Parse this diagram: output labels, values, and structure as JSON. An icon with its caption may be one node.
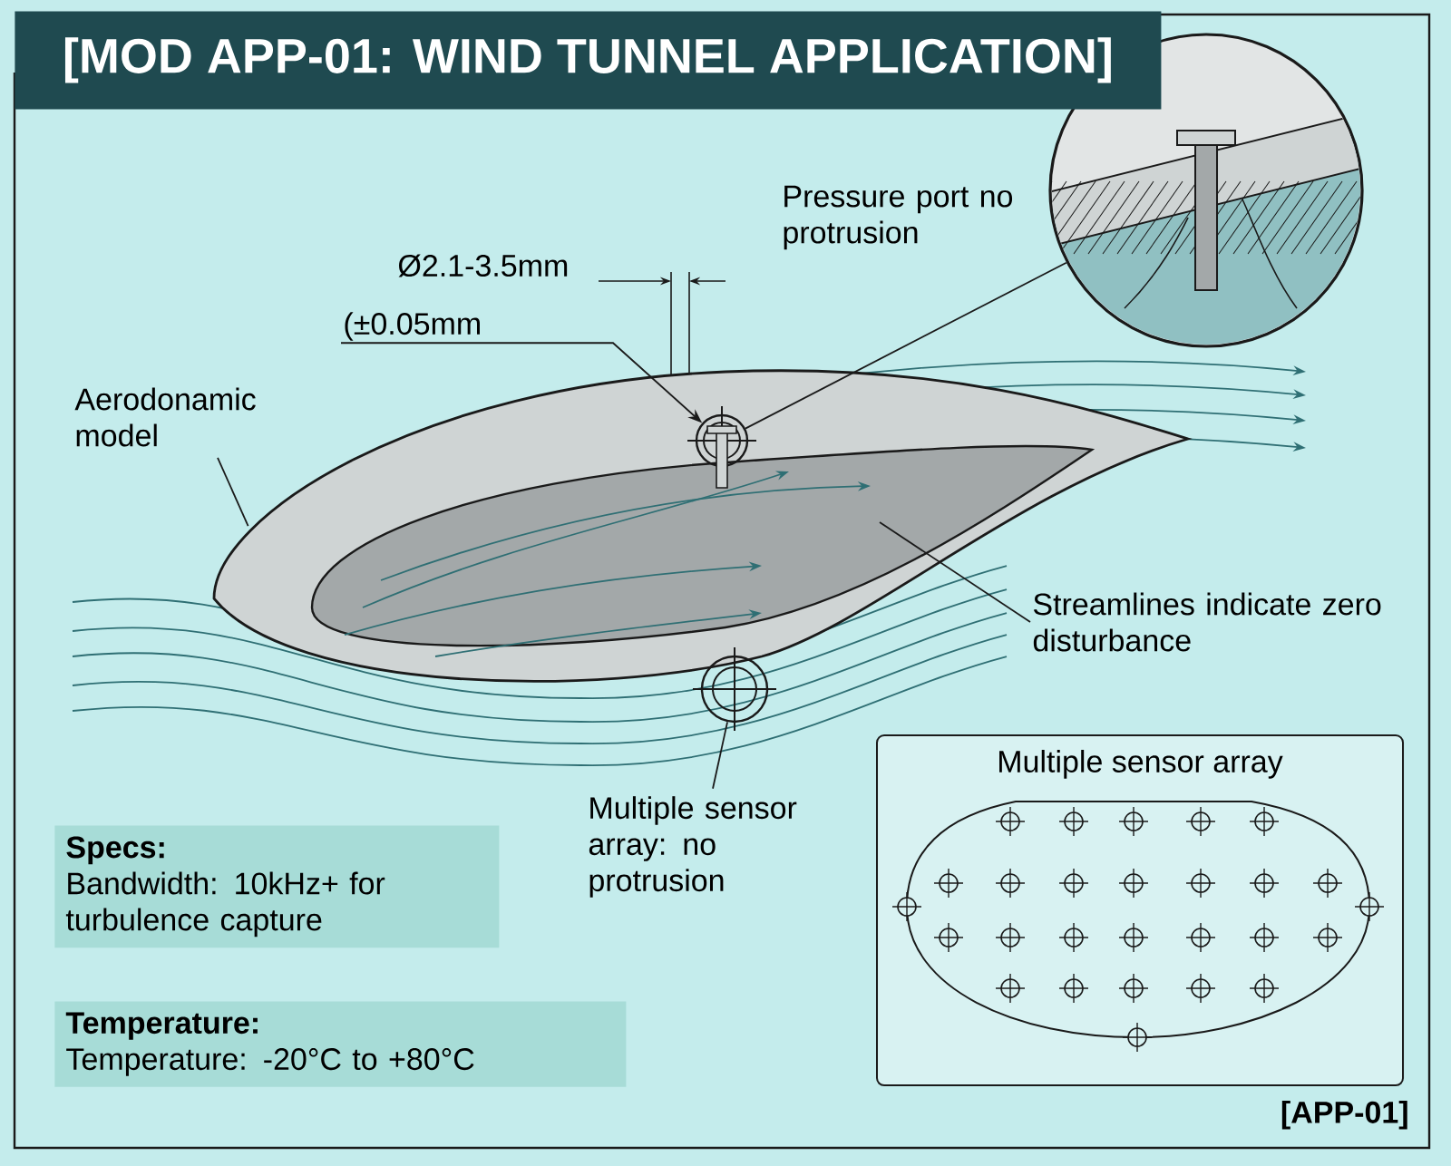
{
  "diagram": {
    "title": "[MOD APP-01: WIND TUNNEL APPLICATION]",
    "nodes": [
      {
        "text": [
          "Aerodonamic model"
        ]
      },
      {
        "text": [],
        "shape": "picture"
      },
      {
        "text": [
          "(±0.05mm"
        ]
      },
      {
        "text": [],
        "shape": "circle",
        "in": 1
      },
      {
        "text": [
          "Pressure port no protrusion"
        ]
      },
      {
        "text": [],
        "shape": "picture"
      },
      {
        "text": [
          "Streamlines indicate zero disturbance"
        ]
      },
      {
        "text": [],
        "shape": "circle"
      },
      {
        "text": [
          "Multiple sensor array: no protrusion"
        ]
      },
      {
        "text": [
          "Specs:",
          "Bandwidth: 10kHz+ for turbulence capture"
        ]
      },
      {
        "text": [
          "Temperature:",
          "Temperature: -20°C to +80°C"
        ]
      },
      {
        "text": [
          "Multiple sensor array"
        ]
      }
    ],
    "edges": [
      {
        "from": 0,
        "to": 1,
        "arrow": "none"
      },
      {
        "from": 2,
        "to": 3,
        "arrow": "to"
      },
      {
        "from": 3,
        "to": 5,
        "arrow": "none"
      },
      {
        "from": 6,
        "to": 1,
        "arrow": "none"
      },
      {
        "from": 8,
        "to": 7,
        "arrow": "none"
      }
    ],
    "labels": [
      "Ø2.1-3.5mm",
      "[APP-01]"
    ]
  }
}
